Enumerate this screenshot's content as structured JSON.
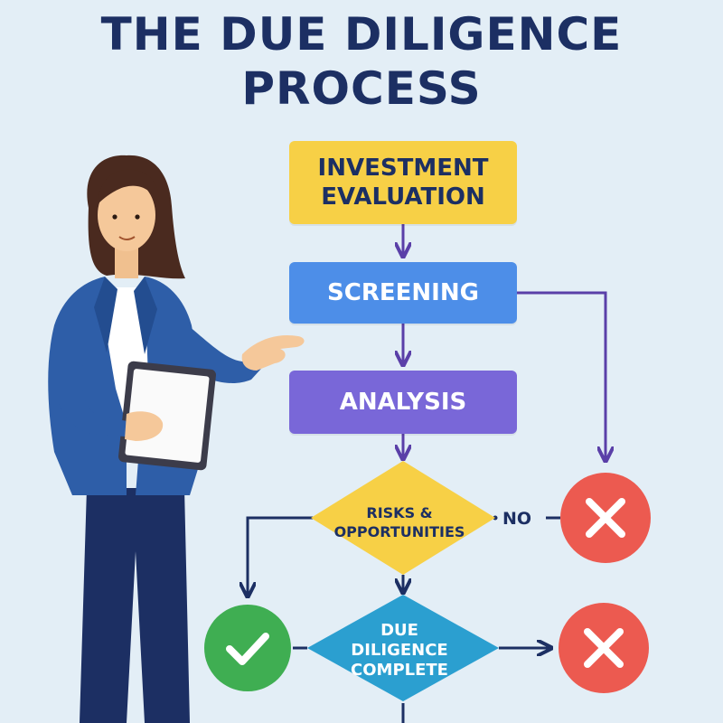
{
  "title": {
    "line1": "THE DUE DILIGENCE",
    "line2": "PROCESS"
  },
  "steps": {
    "investment": {
      "line1": "INVESTMENT",
      "line2": "EVALUATION"
    },
    "screening": {
      "label": "SCREENING"
    },
    "analysis": {
      "label": "ANALYSIS"
    }
  },
  "decisions": {
    "risks": {
      "line1": "RISKS &",
      "line2": "OPPORTUNITIES"
    },
    "due": {
      "line1": "DUE",
      "line2": "DILIGENCE",
      "line3": "COMPLETE"
    }
  },
  "labels": {
    "no": "NO"
  },
  "icons": {
    "reject_top": "x-icon",
    "reject_bottom": "x-icon",
    "approve": "check-icon"
  },
  "colors": {
    "background": "#e3eef6",
    "navy": "#1c2f63",
    "yellow": "#f7d046",
    "blue": "#4d8ee8",
    "purple": "#7967d8",
    "teal": "#2b9fd0",
    "red": "#ec5a50",
    "green": "#3fae52",
    "arrow_purple": "#5a3fa8"
  }
}
